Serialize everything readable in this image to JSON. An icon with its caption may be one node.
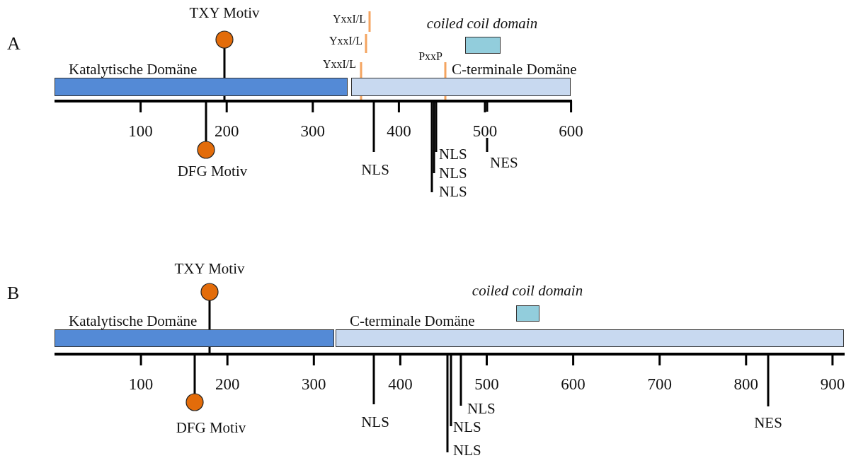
{
  "diagram": {
    "nodes": [
      {
        "text": [
          "Katalytische Domäne"
        ]
      },
      {
        "text": [
          "C-terminale Domäne"
        ]
      },
      {
        "text": [
          "coiled coil domain"
        ]
      },
      {
        "text": [
          "Katalytische Domäne"
        ]
      },
      {
        "text": [
          "C-terminale Domäne"
        ]
      },
      {
        "text": [
          "coiled coil domain"
        ]
      }
    ],
    "labels": [
      "A",
      "TXY Motiv",
      "YxxI/L",
      "YxxI/L",
      "PxxP",
      "YxxI/L",
      "100",
      "200",
      "300",
      "400",
      "500",
      "600",
      "DFG Motiv",
      "NLS",
      "NLS",
      "NES",
      "NLS",
      "NLS",
      "B",
      "TXY Motiv",
      "100",
      "200",
      "300",
      "400",
      "500",
      "600",
      "700",
      "800",
      "900",
      "NLS",
      "DFG Motiv",
      "NLS",
      "NES",
      "NLS",
      "NLS"
    ]
  }
}
